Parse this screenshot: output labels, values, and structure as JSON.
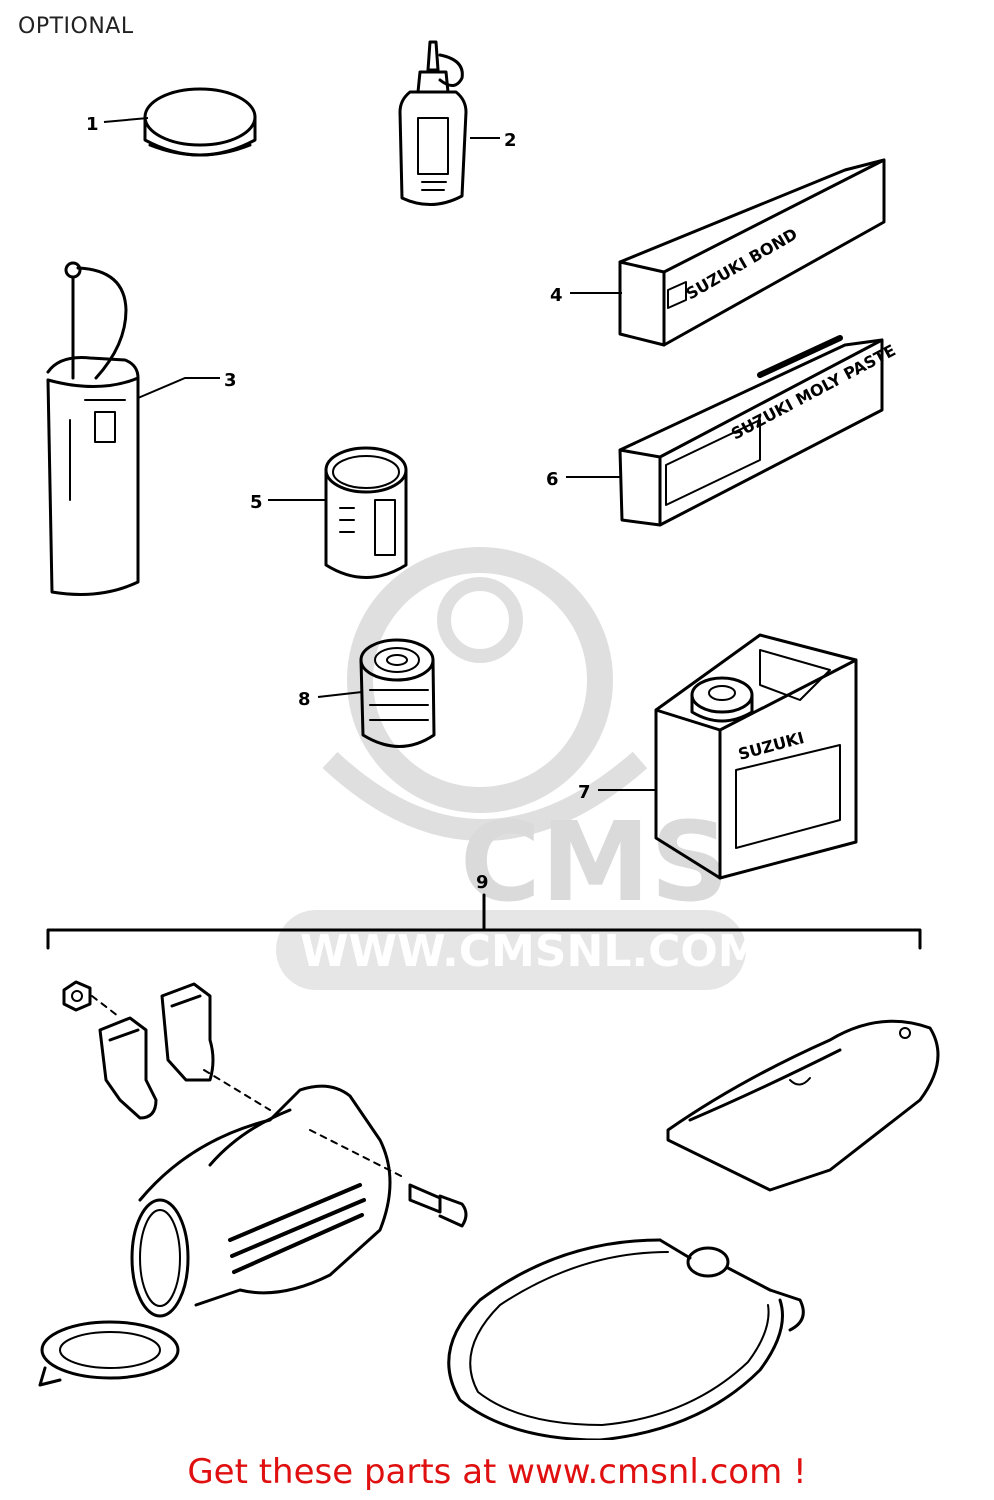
{
  "page": {
    "title": "OPTIONAL"
  },
  "diagram": {
    "callouts": [
      "1",
      "2",
      "3",
      "4",
      "5",
      "6",
      "7",
      "8",
      "9"
    ],
    "box_text": {
      "item4": "SUZUKI BOND",
      "item6": "SUZUKI MOLY PASTE",
      "item7": "SUZUKI"
    },
    "watermark": {
      "logo": "CMS",
      "url": "WWW.CMSNL.COM"
    }
  },
  "footer": {
    "link_text": "Get these parts at www.cmsnl.com !",
    "color": "#e01010"
  }
}
